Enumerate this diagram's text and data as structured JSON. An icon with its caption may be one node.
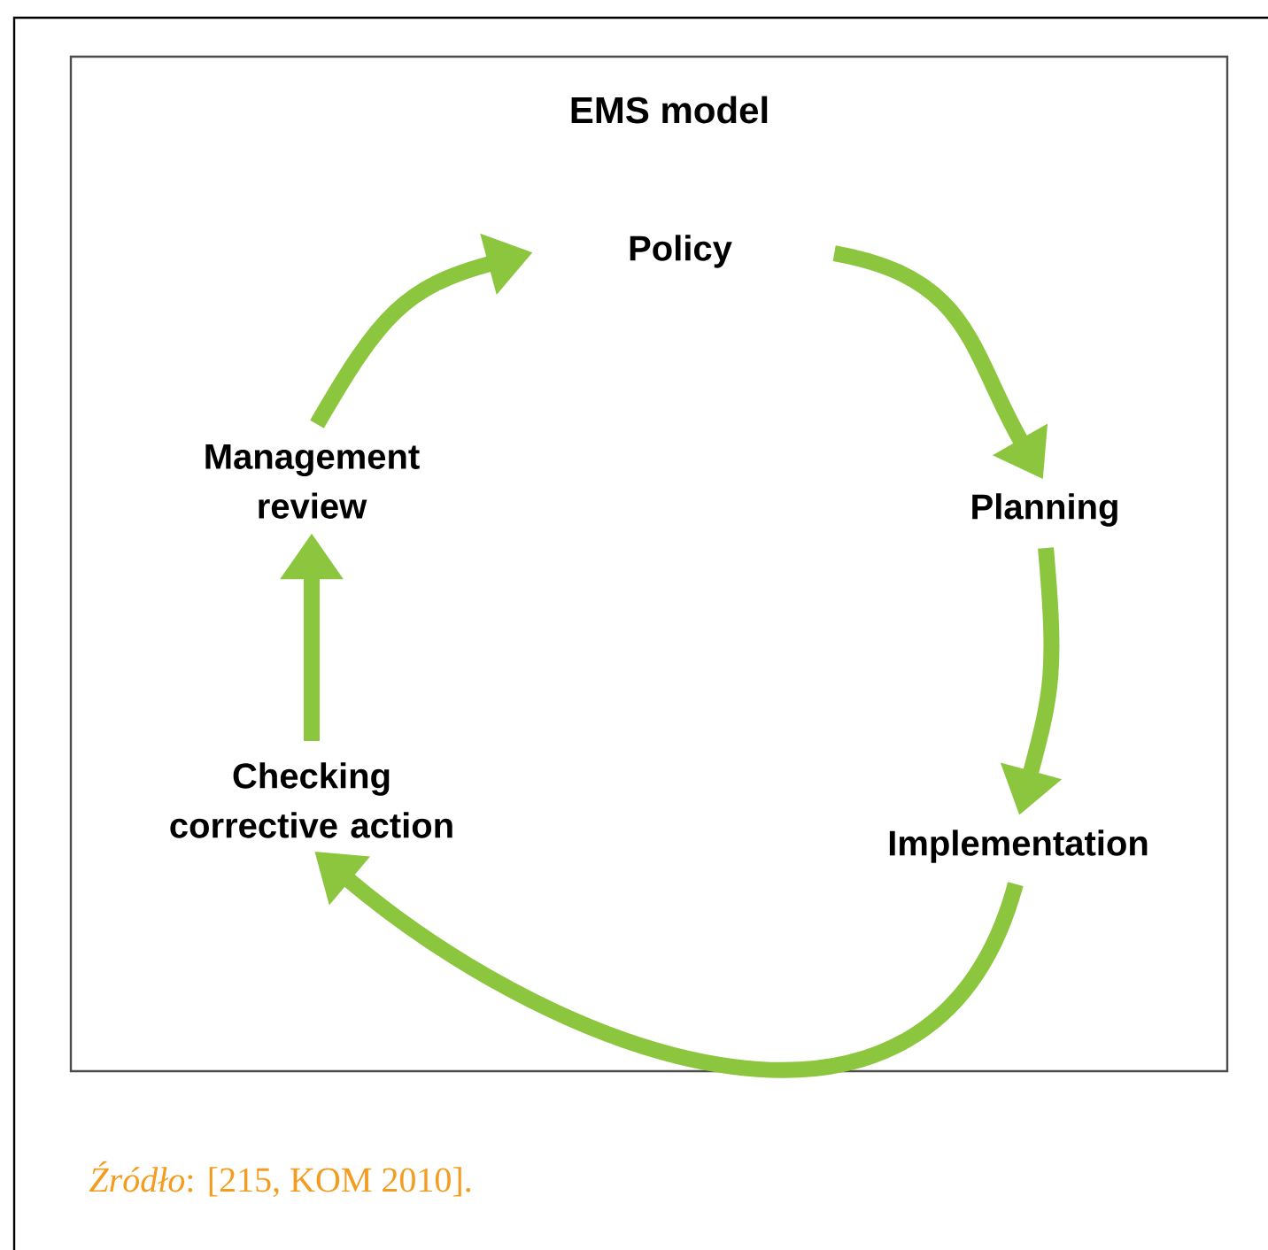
{
  "diagram": {
    "title": "EMS model",
    "caption": "*Źródło*: [215, KOM 2010].",
    "nodes": [
      {
        "text": [
          "Policy"
        ]
      },
      {
        "text": [
          "Planning"
        ]
      },
      {
        "text": [
          "Implementation"
        ]
      },
      {
        "text": [
          "Checking corrective action"
        ]
      },
      {
        "text": [
          "Management review"
        ]
      }
    ],
    "edges": [
      {
        "from": 0,
        "to": 1,
        "arrow": "to"
      },
      {
        "from": 1,
        "to": 2,
        "arrow": "to"
      },
      {
        "from": 2,
        "to": 3,
        "arrow": "to"
      },
      {
        "from": 3,
        "to": 4,
        "arrow": "to"
      },
      {
        "from": 4,
        "to": 0,
        "arrow": "to"
      }
    ]
  }
}
